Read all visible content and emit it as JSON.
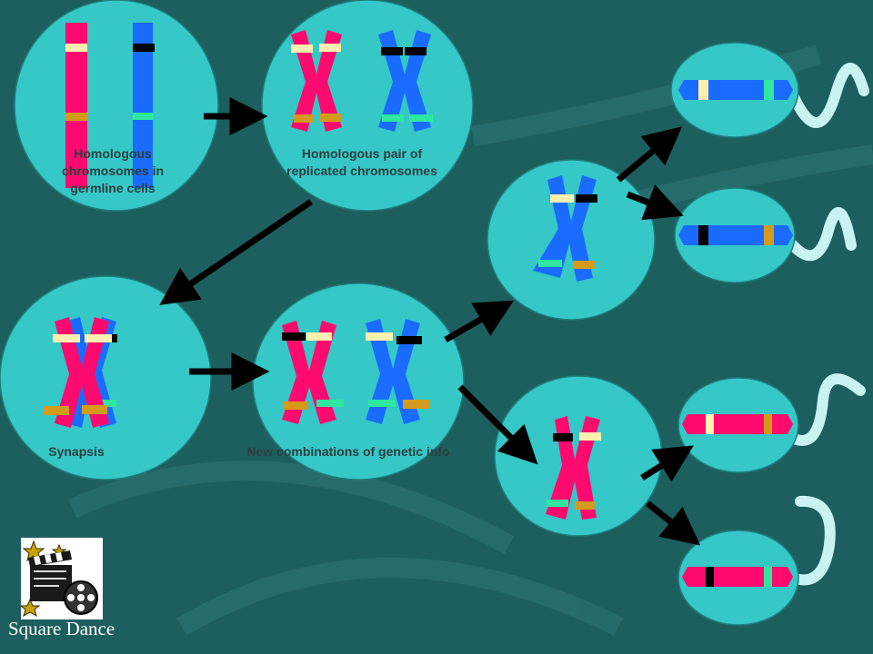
{
  "colors": {
    "background": "#1d5f5f",
    "cell": "#36c7c7",
    "cell_stroke": "#1f7d7d",
    "maternal": "#ff0a6e",
    "paternal": "#1a6bff",
    "band_cream": "#fff0b0",
    "band_black": "#000000",
    "band_green": "#2ee8a0",
    "band_gold": "#d39a1c",
    "arrow": "#000000",
    "spermatozoa_tail": "#c9f3f3"
  },
  "labels": {
    "germline": [
      "Homologous",
      "chromosomes in",
      "germline cells"
    ],
    "replicated": [
      "Homologous pair of",
      "replicated chromosomes"
    ],
    "synapsis": "Synapsis",
    "recombination": "New combinations of genetic info"
  },
  "footer": {
    "caption": "Square Dance",
    "icon": "movie-clapperboard-icon"
  }
}
